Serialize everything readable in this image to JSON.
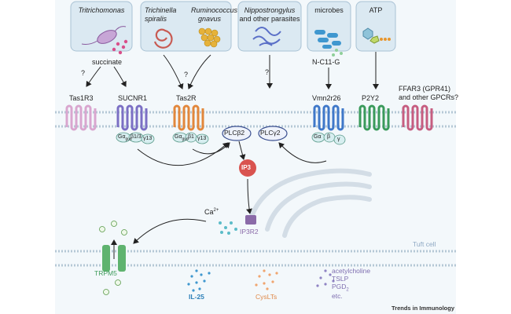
{
  "figure": {
    "credit": "Trends in Immunology",
    "tuft_cell_label": "Tuft cell"
  },
  "stimuli": [
    {
      "id": "tritrichomonas",
      "name": "Tritrichomonas"
    },
    {
      "id": "helminth_bacteria",
      "line1a": "Trichinella",
      "line1b": "Ruminococcus",
      "line2a": "spiralis",
      "line2b": "gnavus"
    },
    {
      "id": "nippostrongylus",
      "line1": "Nippostrongylus",
      "line2": "and other parasites"
    },
    {
      "id": "microbes",
      "name": "microbes"
    },
    {
      "id": "atp",
      "name": "ATP"
    }
  ],
  "ligands": {
    "succinate": "succinate",
    "n_c11_g": "N-C11-G",
    "unknown": "?"
  },
  "receptors": {
    "tas1r3": "Tas1R3",
    "sucnr1": "SUCNR1",
    "tas2r": "Tas2R",
    "vmn2r26": "Vmn2r26",
    "p2y2": "P2Y2",
    "ffar3_line1": "FFAR3 (GPR41)",
    "ffar3_line2": "and other GPCRs?"
  },
  "g_proteins": {
    "sucnr1": [
      "Gα",
      "β1/3",
      "γ13"
    ],
    "tas2r": [
      "Gα",
      "β1",
      "γ13"
    ],
    "vmn2r26": [
      "Gα",
      "β",
      "γ"
    ],
    "galpha_sub": "gus"
  },
  "signaling": {
    "plcb2": "PLCβ2",
    "plcg2": "PLCγ2",
    "ip3": "IP3",
    "calcium": "Ca",
    "calcium_sup": "2+",
    "ip3r2": "IP3R2",
    "trpm5": "TRPM5"
  },
  "effectors": {
    "il25": "IL-25",
    "cyslts": "CysLTs",
    "others": [
      "acetylcholine",
      "TSLP",
      "PGD",
      "etc."
    ],
    "pgd_sub": "2"
  },
  "colors": {
    "panel_bg": "#f3f8fb",
    "box_fill": "#dbe9f2",
    "membrane": "#b5c8d6",
    "tas1r3": "#d9a6cf",
    "sucnr1": "#7b6fc4",
    "tas2r": "#e2873c",
    "vmn2r26": "#3f78c9",
    "p2y2": "#3a9a5b",
    "ffar3": "#c65d80",
    "ip3_red": "#d9534f",
    "trpm5": "#5fb36f",
    "il25": "#3f97cf",
    "cyslts": "#f0a56f",
    "others": "#8f83c4"
  }
}
